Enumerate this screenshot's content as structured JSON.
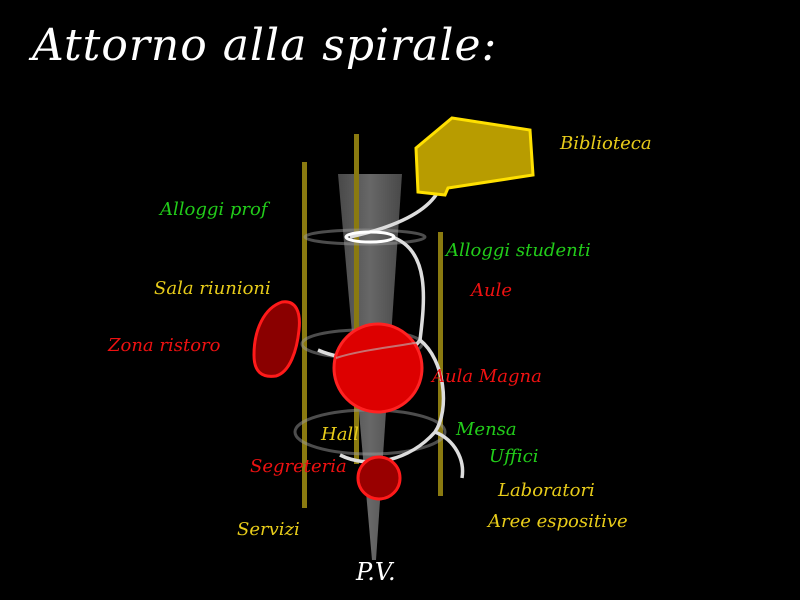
{
  "title": "Attorno alla spirale:",
  "colors": {
    "background": "#000000",
    "title": "#ffffff",
    "yellow_label": "#e8cc1a",
    "green_label": "#22cc1a",
    "red_label": "#ee1111",
    "pole": "#8a7a10",
    "volume_yellow": "#b89c00",
    "volume_red": "#dd0000",
    "cone": "#6a6a6a"
  },
  "labels": {
    "biblioteca": "Biblioteca",
    "alloggi_prof": "Alloggi prof",
    "alloggi_studenti": "Alloggi studenti",
    "sala_riunioni": "Sala riunioni",
    "aule": "Aule",
    "zona_ristoro": "Zona ristoro",
    "aula_magna": "Aula Magna",
    "hall": "Hall",
    "mensa": "Mensa",
    "segreteria": "Segreteria",
    "uffici": "Uffici",
    "laboratori": "Laboratori",
    "aree_espositive": "Aree espositive",
    "servizi": "Servizi",
    "pv": "P.V."
  }
}
